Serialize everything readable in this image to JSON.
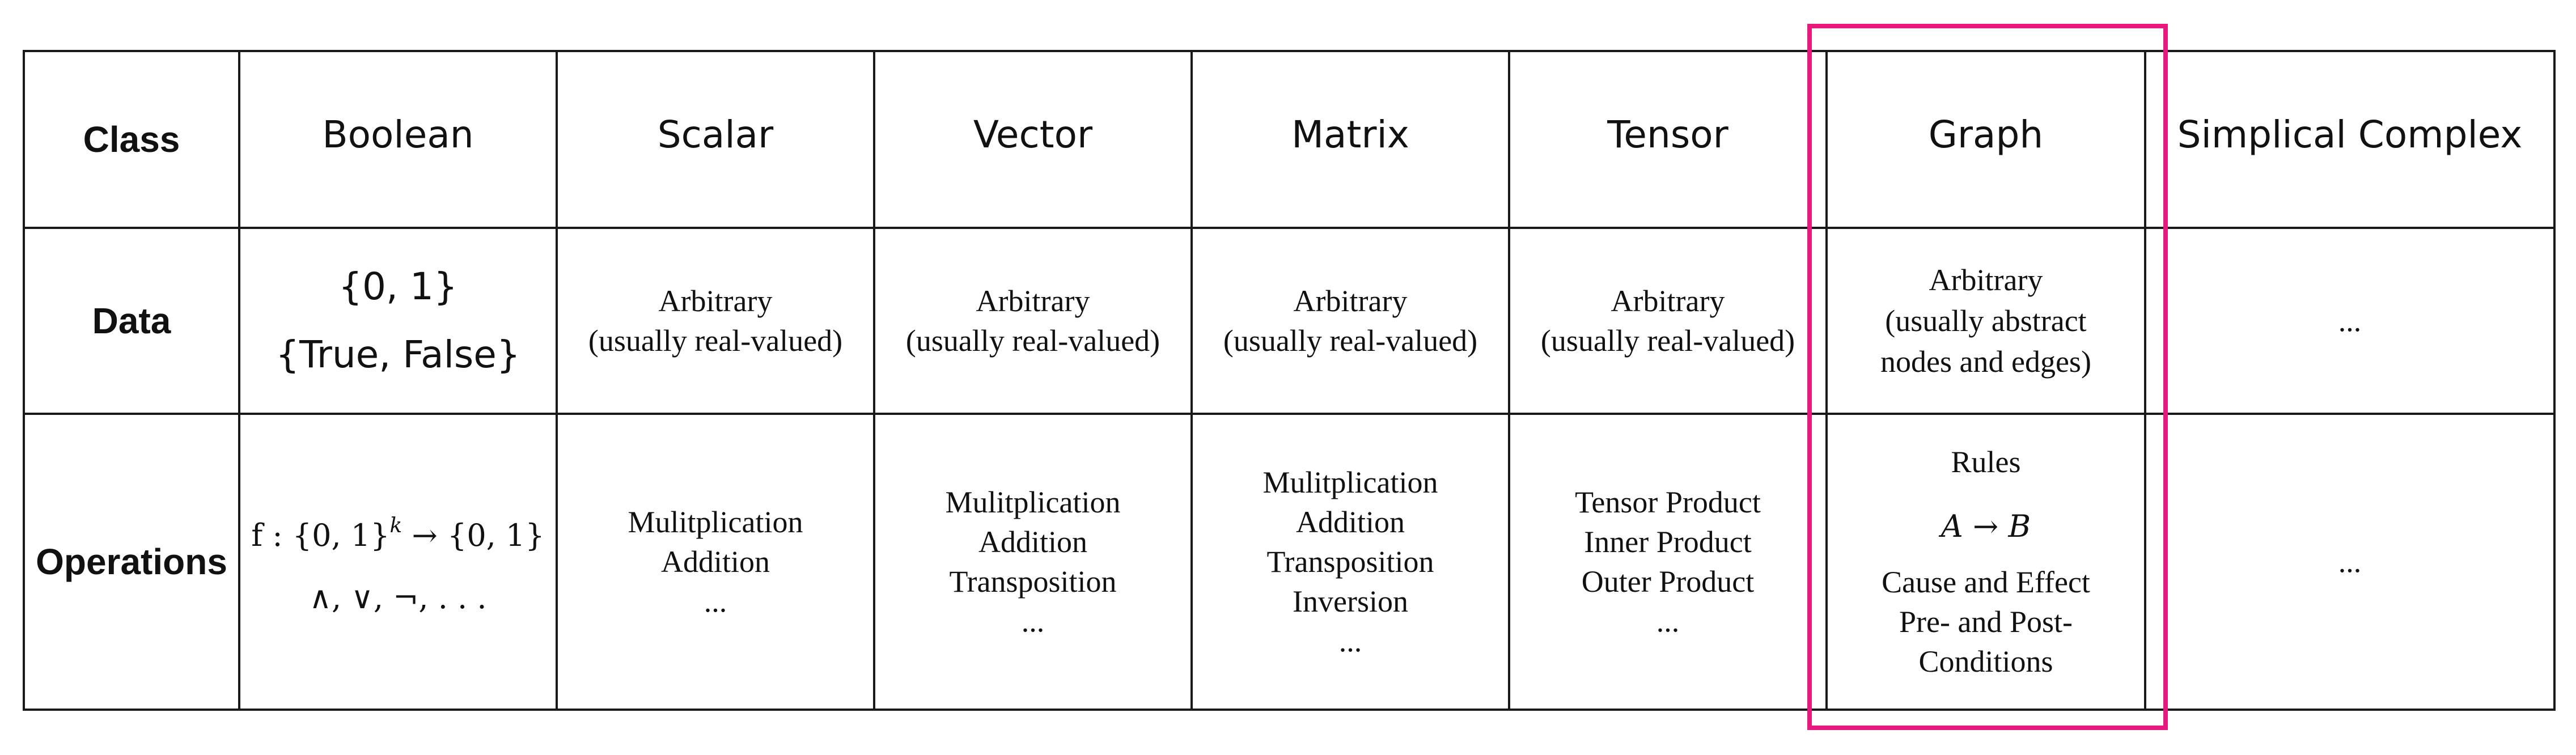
{
  "table": {
    "row_headers": [
      "Class",
      "Data",
      "Operations"
    ],
    "columns": [
      {
        "name": "Boolean",
        "data": [
          "{0, 1}",
          "{True, False}"
        ],
        "operations": {
          "f_prefix": "f : {0, 1}",
          "exponent": "k",
          "f_suffix": "→ {0, 1}",
          "symbols": "∧, ∨, ¬, . . ."
        }
      },
      {
        "name": "Scalar",
        "data": [
          "Arbitrary",
          "(usually real-valued)"
        ],
        "operations": [
          "Mulitplication",
          "Addition",
          "..."
        ]
      },
      {
        "name": "Vector",
        "data": [
          "Arbitrary",
          "(usually real-valued)"
        ],
        "operations": [
          "Mulitplication",
          "Addition",
          "Transposition",
          "..."
        ]
      },
      {
        "name": "Matrix",
        "data": [
          "Arbitrary",
          "(usually real-valued)"
        ],
        "operations": [
          "Mulitplication",
          "Addition",
          "Transposition",
          "Inversion",
          "..."
        ]
      },
      {
        "name": "Tensor",
        "data": [
          "Arbitrary",
          "(usually real-valued)"
        ],
        "operations": [
          "Tensor Product",
          "Inner Product",
          "Outer Product",
          "..."
        ]
      },
      {
        "name": "Graph",
        "data": [
          "Arbitrary",
          "(usually abstract",
          "nodes and edges)"
        ],
        "operations": {
          "rules": "Rules",
          "a": "A",
          "arrow": "→",
          "b": "B",
          "lines": [
            "Cause and Effect",
            "Pre- and Post-",
            "Conditions"
          ]
        }
      },
      {
        "name": "Simplical Complex",
        "data": [
          "..."
        ],
        "operations": [
          "..."
        ]
      }
    ]
  },
  "highlight": {
    "color": "#e8197d",
    "target": "Graph"
  }
}
